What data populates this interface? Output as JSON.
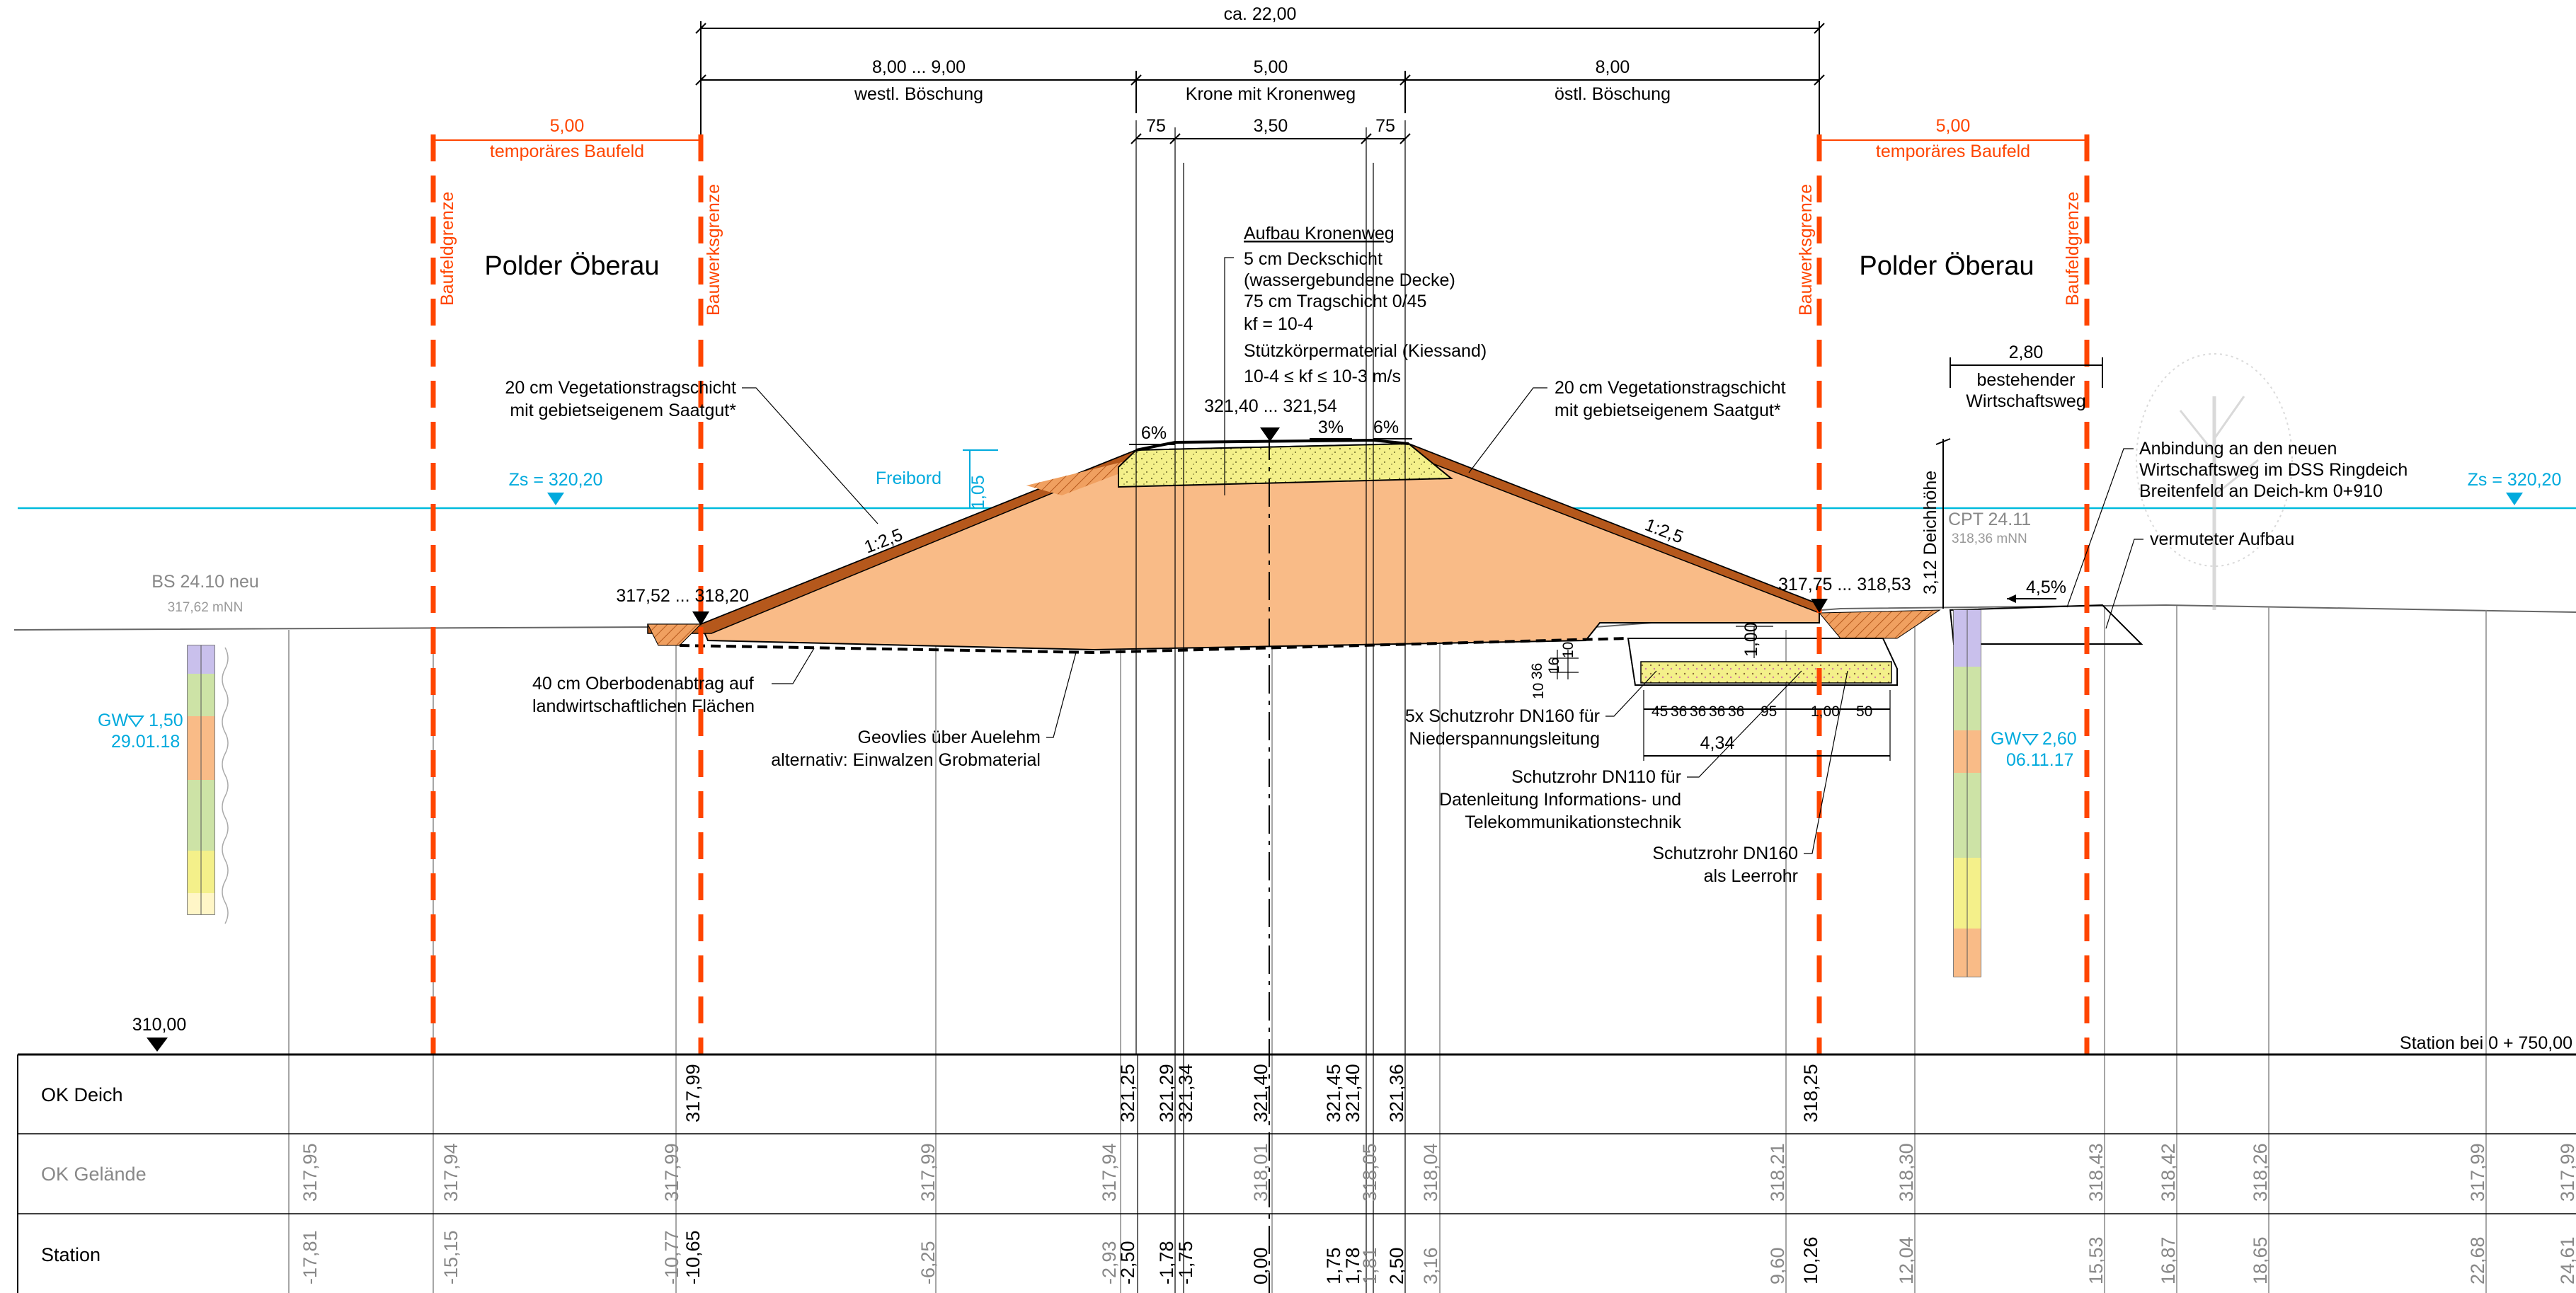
{
  "dimensions": {
    "total": "ca. 22,00",
    "west_width": "8,00 ... 9,00",
    "west_label": "westl. Böschung",
    "crown_width": "5,00",
    "crown_label": "Krone mit Kronenweg",
    "east_width": "8,00",
    "east_label": "östl. Böschung",
    "crown_left": "75",
    "crown_center": "3,50",
    "crown_right": "75"
  },
  "baufeld": {
    "west_width": "5,00",
    "west_label": "temporäres Baufeld",
    "east_width": "5,00",
    "east_label": "temporäres Baufeld",
    "baufeldgrenze": "Baufeldgrenze",
    "bauwerksgrenze": "Bauwerksgrenze"
  },
  "polder": {
    "west": "Polder Öberau",
    "east": "Polder Öberau"
  },
  "aufbau": {
    "title": "Aufbau Kronenweg",
    "line1": "5 cm Deckschicht",
    "line2": "(wassergebundene Decke)",
    "line3": "75 cm Tragschicht 0/45",
    "line4": "kf = 10-4",
    "line5": "Stützkörpermaterial (Kiessand)",
    "line6": "10-4 ≤ kf ≤ 10-3 m/s"
  },
  "crest": {
    "elevation": "321,40 ... 321,54",
    "slope_left": "6%",
    "slope_mid": "3%",
    "slope_right": "6%"
  },
  "annotations": {
    "veg_west_1": "20 cm Vegetationstragschicht",
    "veg_west_2": "mit gebietseigenem Saatgut*",
    "veg_east_1": "20 cm Vegetationstragschicht",
    "veg_east_2": "mit gebietseigenem Saatgut*",
    "freibord": "Freibord",
    "freibord_value": "1,05",
    "zs_west": "Zs = 320,20",
    "zs_east": "Zs = 320,20",
    "slope_west": "1:2,5",
    "slope_east": "1:2,5",
    "toe_west": "317,52 ... 318,20",
    "toe_east": "317,75 ... 318,53",
    "deichhoehe": "3,12 Deichhöhe",
    "oberboden_1": "40 cm Oberbodenabtrag auf",
    "oberboden_2": "landwirtschaftlichen Flächen",
    "geovlies_1": "Geovlies über Auelehm",
    "geovlies_2": "alternativ: Einwalzen Grobmaterial",
    "schutzrohr160_1": "5x Schutzrohr DN160 für",
    "schutzrohr160_2": "Niederspannungsleitung",
    "schutzrohr110_1": "Schutzrohr DN110 für",
    "schutzrohr110_2": "Datenleitung Informations- und",
    "schutzrohr110_3": "Telekommunikationstechnik",
    "leerrohr_1": "Schutzrohr DN160",
    "leerrohr_2": "als Leerrohr",
    "wirtschaftsweg_width": "2,80",
    "wirtschaftsweg_1": "bestehender",
    "wirtschaftsweg_2": "Wirtschaftsweg",
    "anbindung_1": "Anbindung an den neuen",
    "anbindung_2": "Wirtschaftsweg im DSS Ringdeich",
    "anbindung_3": "Breitenfeld an Deich-km 0+910",
    "vermuteter": "vermuteter Aufbau",
    "slope_45": "4,5%",
    "bs_label": "BS 24.10 neu",
    "bs_elev": "317,62 mNN",
    "cpt_label": "CPT 24.11",
    "cpt_elev": "318,36 mNN",
    "gw_west": "GW",
    "gw_west_value": "1,50",
    "gw_west_date": "29.01.18",
    "gw_east": "GW",
    "gw_east_value": "2,60",
    "gw_east_date": "06.11.17",
    "ref_level": "310,00",
    "station": "Station bei 0 + 750,00",
    "trench_dim_100": "1,00",
    "trench_dim_434": "4,34",
    "trench_dim_100b": "1,00",
    "trench_dim_50": "50",
    "trench_dim_36": "36",
    "trench_dim_16": "16",
    "trench_dim_10a": "10",
    "trench_dim_10b": "10",
    "trench_seq": [
      "45",
      "36",
      "36",
      "36",
      "36",
      "95"
    ]
  },
  "table": {
    "row1_label": "OK Deich",
    "row2_label": "OK Gelände",
    "row3_label": "Station",
    "ok_deich": [
      "317,99",
      "321,25",
      "321,29",
      "321,34",
      "321,40",
      "321,45",
      "321,40",
      "321,36",
      "318,25"
    ],
    "ok_gelaende": [
      "317,95",
      "317,94",
      "317,99",
      "317,99",
      "317,94",
      "318,01",
      "318,05",
      "318,04",
      "318,21",
      "318,30",
      "318,43",
      "318,42",
      "318,26",
      "317,99",
      "317,99"
    ],
    "station_gray": [
      "-17,81",
      "-15,15",
      "-10,77",
      "-6,25",
      "-2,93",
      "1,81",
      "3,16",
      "9,60",
      "12,04",
      "15,53",
      "16,87",
      "18,65",
      "22,68",
      "24,61"
    ],
    "station_bold": [
      "-10,65",
      "-2,50",
      "-1,78",
      "-1,75",
      "0,00",
      "1,75",
      "1,78",
      "2,50",
      "10,26"
    ]
  },
  "colors": {
    "dike_fill": "#f9bb87",
    "topsoil": "#b5581c",
    "gravel": "#f4f08a",
    "red_line": "#ff4500",
    "water_line": "#00bbdd"
  }
}
